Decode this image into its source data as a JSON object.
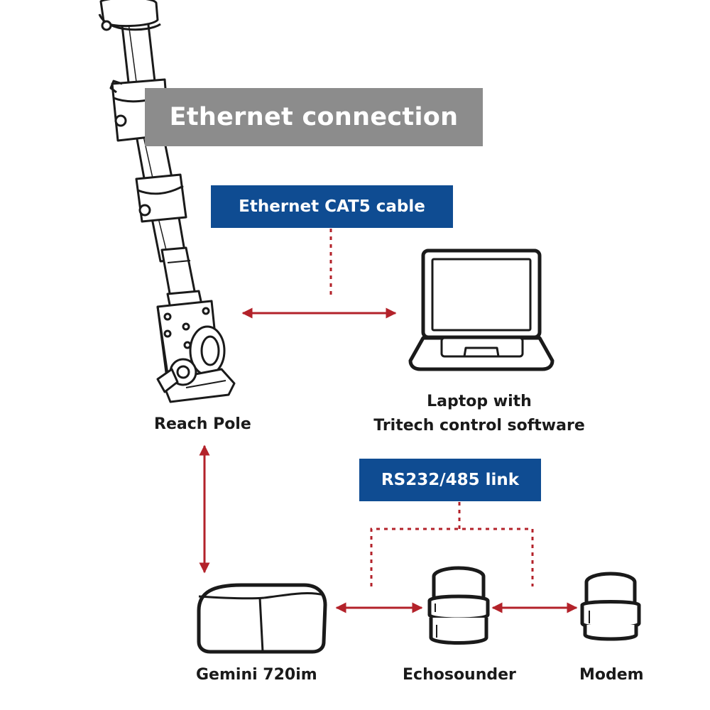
{
  "title": "Ethernet connection",
  "callouts": {
    "cable": "Ethernet CAT5 cable",
    "link": "RS232/485 link"
  },
  "devices": {
    "reach_pole": "Reach Pole",
    "laptop_line1": "Laptop with",
    "laptop_line2": "Tritech control software",
    "gemini": "Gemini 720im",
    "echosounder": "Echosounder",
    "modem": "Modem"
  },
  "colors": {
    "title_box": "#8c8c8c",
    "callout_box": "#0f4c92",
    "connector": "#b3222a",
    "outline": "#1a1a1a"
  }
}
